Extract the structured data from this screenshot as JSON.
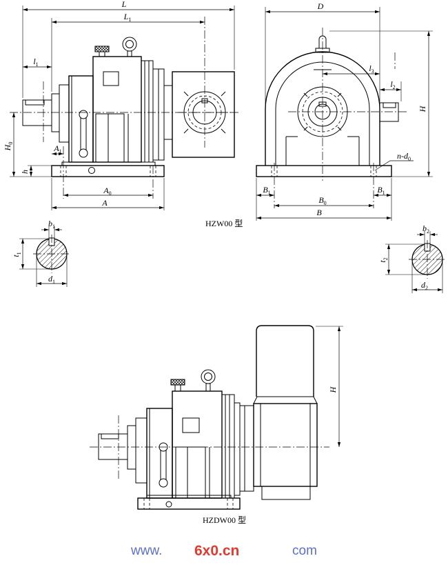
{
  "side_view": {
    "L": {
      "main": "L",
      "sub": ""
    },
    "L1": {
      "main": "L",
      "sub": "1"
    },
    "l1": {
      "main": "l",
      "sub": "1"
    },
    "H0": {
      "main": "H",
      "sub": "0"
    },
    "A1": {
      "main": "A",
      "sub": "1"
    },
    "h": {
      "main": "h",
      "sub": ""
    },
    "A0": {
      "main": "A",
      "sub": "0"
    },
    "A": {
      "main": "A",
      "sub": ""
    }
  },
  "front_view": {
    "D": {
      "main": "D",
      "sub": ""
    },
    "l3": {
      "main": "l",
      "sub": "3"
    },
    "l2": {
      "main": "l",
      "sub": "2"
    },
    "H": {
      "main": "H",
      "sub": ""
    },
    "n_d0": {
      "main": "n-d",
      "sub": "0"
    },
    "B1_left": {
      "main": "B",
      "sub": "1"
    },
    "B1_right": {
      "main": "B",
      "sub": "1"
    },
    "B0": {
      "main": "B",
      "sub": "0"
    },
    "B": {
      "main": "B",
      "sub": ""
    }
  },
  "hzw_caption": "HZW00 型",
  "input_key_section": {
    "b1": {
      "main": "b",
      "sub": "1"
    },
    "t1": {
      "main": "t",
      "sub": "1"
    },
    "d1": {
      "main": "d",
      "sub": "1"
    }
  },
  "output_key_section": {
    "b2": {
      "main": "b",
      "sub": "2"
    },
    "t2": {
      "main": "t",
      "sub": "2"
    },
    "d2": {
      "main": "d",
      "sub": "2"
    }
  },
  "hzdw_view": {
    "H": {
      "main": "H",
      "sub": ""
    }
  },
  "hzdw_caption": "HZDW00 型",
  "watermark": {
    "prefix": "www.",
    "brand": "6x0.cn",
    "suffix": "com",
    "colors": {
      "blue": "#5b6fd4",
      "red": "#e23a2e"
    }
  }
}
